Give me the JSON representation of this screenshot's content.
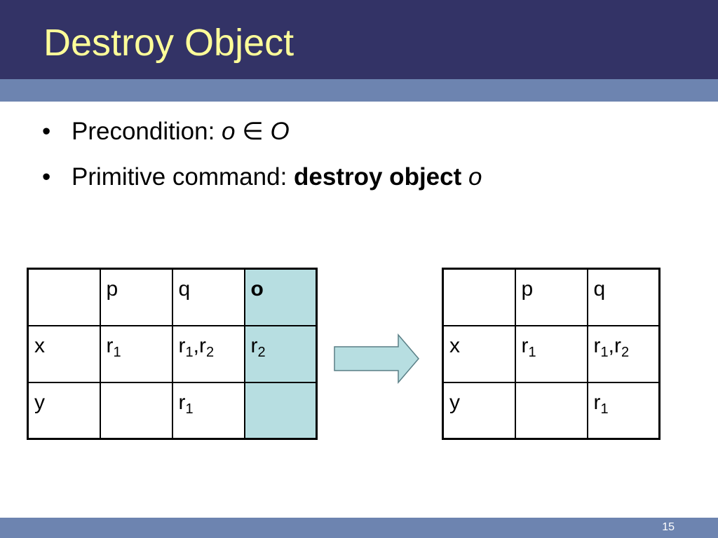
{
  "slide": {
    "title": "Destroy Object",
    "page_number": "15"
  },
  "bullets": [
    {
      "label": "Precondition: ",
      "var": "o",
      "symbol": "∈",
      "set": "O"
    },
    {
      "label": "Primitive command: ",
      "command": "destroy object",
      "var": "o"
    }
  ],
  "bullet_glyph": "•",
  "left_matrix": {
    "header": [
      "",
      "p",
      "q",
      "o"
    ],
    "rows": [
      {
        "label": "x",
        "cells": [
          {
            "base": "r",
            "sub": "1"
          },
          {
            "base": "r",
            "sub": "1",
            "sep": ",",
            "base2": "r",
            "sub2": "2"
          },
          {
            "base": "r",
            "sub": "2"
          }
        ]
      },
      {
        "label": "y",
        "cells": [
          {
            "base": "",
            "sub": ""
          },
          {
            "base": "r",
            "sub": "1"
          },
          {
            "base": "",
            "sub": ""
          }
        ]
      }
    ],
    "highlight_color": "#b7dee1"
  },
  "right_matrix": {
    "header": [
      "",
      "p",
      "q"
    ],
    "rows": [
      {
        "label": "x",
        "cells": [
          {
            "base": "r",
            "sub": "1"
          },
          {
            "base": "r",
            "sub": "1",
            "sep": ",",
            "base2": "r",
            "sub2": "2"
          }
        ]
      },
      {
        "label": "y",
        "cells": [
          {
            "base": "",
            "sub": ""
          },
          {
            "base": "r",
            "sub": "1"
          }
        ]
      }
    ]
  },
  "colors": {
    "title_bar": "#333366",
    "title_text": "#ffff99",
    "accent_bar": "#6d84b0",
    "arrow_fill": "#b7dee1"
  },
  "icons": {
    "arrow": "right-arrow-icon"
  }
}
